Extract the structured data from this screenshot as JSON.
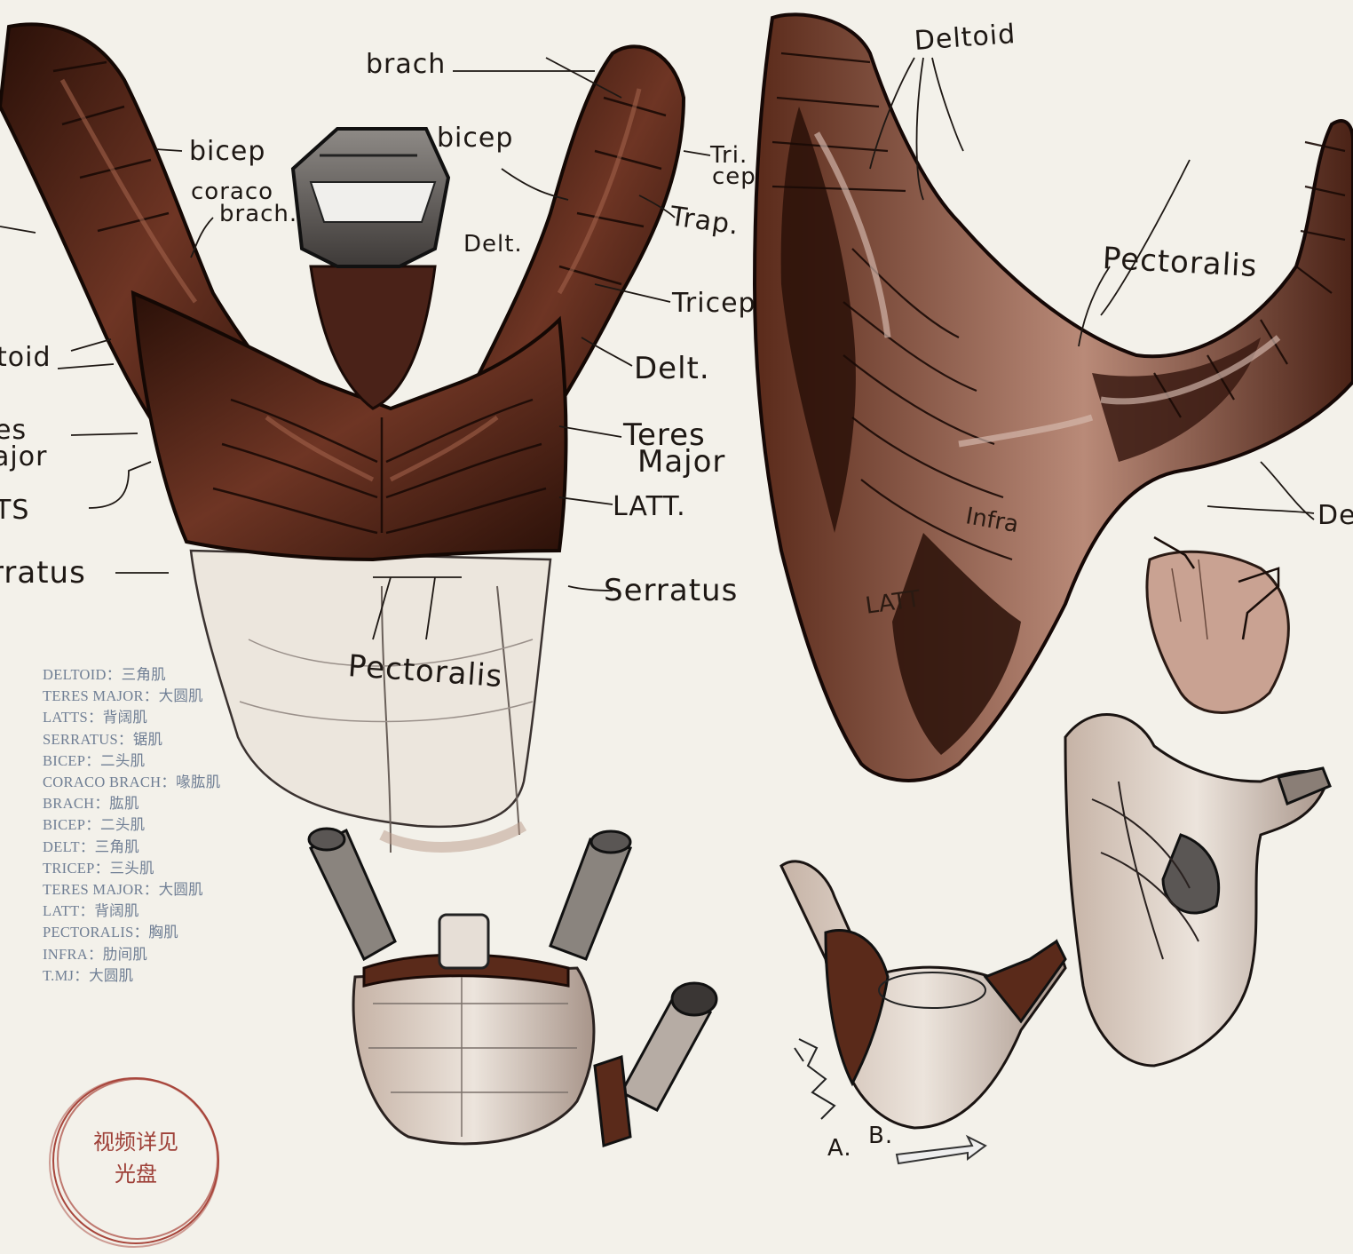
{
  "colors": {
    "paper": "#f3f1ea",
    "ink": "#1e1814",
    "muscle_dark": "#3a1a12",
    "muscle_mid": "#7a3f2c",
    "muscle_light": "#c9a292",
    "legend_text": "#6f7e94",
    "stamp_red": "#9e4038"
  },
  "labels": {
    "left_figure": {
      "brach": "brach",
      "bicep_left": "bicep",
      "coraco": "coraco",
      "brach_dot": "brach.",
      "bicep_right": "bicep",
      "delt_inner": "Delt.",
      "tricep_upper_1": "Tri.",
      "tricep_upper_2": "cep",
      "trap": "Trap.",
      "tricep": "Tricep",
      "delt": "Delt.",
      "teres_1": "Teres",
      "teres_2": "Major",
      "latt": "LATT.",
      "serratus": "Serratus",
      "pectoralis": "Pectoralis"
    },
    "left_edge": {
      "deltoid_cut": "toid",
      "teres_cut": "es",
      "major_cut": "ajor",
      "lats_cut": "TS",
      "serratus_cut": "rratus"
    },
    "right_figure": {
      "deltoid": "Deltoid",
      "pectoralis": "Pectoralis",
      "delt_cut": "De",
      "infra": "Infra",
      "latt": "LATT"
    },
    "arrows": {
      "a": "A.",
      "b": "B."
    }
  },
  "legend": [
    "DELTOID：三角肌",
    "TERES MAJOR：大圆肌",
    "LATTS：背阔肌",
    "SERRATUS：锯肌",
    "BICEP：二头肌",
    "CORACO BRACH：喙肱肌",
    "BRACH：肱肌",
    "BICEP：二头肌",
    "DELT：三角肌",
    "TRICEP：三头肌",
    "TERES MAJOR：大圆肌",
    "LATT：背阔肌",
    "PECTORALIS：胸肌",
    "INFRA：肋间肌",
    "T.MJ：大圆肌"
  ],
  "stamp": {
    "line1": "视频详见",
    "line2": "光盘"
  }
}
